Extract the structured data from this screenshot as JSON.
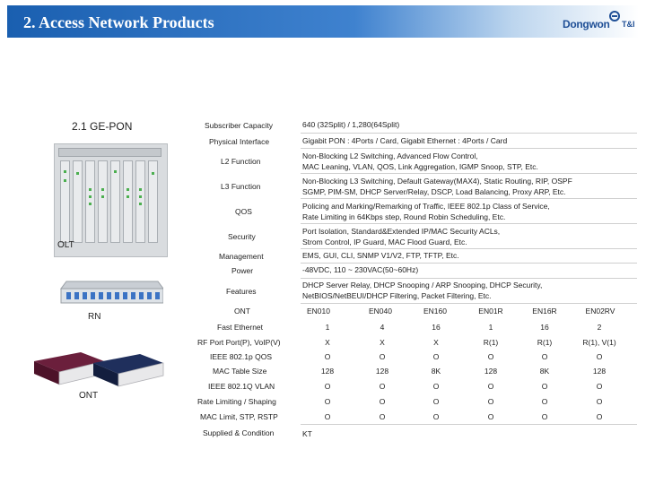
{
  "header": {
    "title": "2. Access Network Products",
    "logo_text": "Dongwon",
    "logo_suffix": "T&I"
  },
  "section_label": "2.1 GE-PON",
  "images": {
    "olt_label": "OLT",
    "rn_label": "RN",
    "ont_label": "ONT"
  },
  "specs": [
    {
      "label": "Subscriber Capacity",
      "value": [
        "640 (32Split) / 1,280(64Split)"
      ]
    },
    {
      "label": "Physical Interface",
      "value": [
        "Gigabit PON : 4Ports / Card, Gigabit Ethernet : 4Ports / Card"
      ]
    },
    {
      "label": "L2 Function",
      "value": [
        "Non-Blocking L2 Switching, Advanced Flow Control,",
        "MAC Leaning, VLAN, QOS, Link Aggregation, IGMP Snoop, STP, Etc."
      ]
    },
    {
      "label": "L3 Function",
      "value": [
        "Non-Blocking L3 Switching, Default Gateway(MAX4), Static Routing, RIP, OSPF",
        "SGMP, PIM-SM, DHCP Server/Relay, DSCP, Load Balancing, Proxy ARP, Etc."
      ]
    },
    {
      "label": "QOS",
      "value": [
        "Policing and Marking/Remarking of Traffic, IEEE 802.1p Class of Service,",
        "Rate Limiting in 64Kbps step, Round Robin Scheduling, Etc."
      ]
    },
    {
      "label": "Security",
      "value": [
        "Port Isolation, Standard&Extended IP/MAC Security ACLs,",
        "Strom Control, IP Guard, MAC Flood Guard, Etc."
      ]
    },
    {
      "label": "Management",
      "value": [
        "EMS, GUI, CLI, SNMP V1/V2, FTP, TFTP, Etc."
      ]
    },
    {
      "label": "Power",
      "value": [
        "-48VDC, 110 ~ 230VAC(50~60Hz)"
      ]
    },
    {
      "label": "Features",
      "value": [
        "DHCP Server Relay, DHCP Snooping / ARP Snooping, DHCP Security,",
        "NetBIOS/NetBEUI/DHCP Filtering, Packet Filtering, Etc."
      ]
    }
  ],
  "ont_table": {
    "header_label": "ONT",
    "columns": [
      "EN010",
      "EN040",
      "EN160",
      "EN01R",
      "EN16R",
      "EN02RV"
    ],
    "rows": [
      {
        "label": "Fast Ethernet",
        "cells": [
          "1",
          "4",
          "16",
          "1",
          "16",
          "2"
        ]
      },
      {
        "label": "RF Port Port(P), VoIP(V)",
        "cells": [
          "X",
          "X",
          "X",
          "R(1)",
          "R(1)",
          "R(1), V(1)"
        ]
      },
      {
        "label": "IEEE 802.1p QOS",
        "cells": [
          "O",
          "O",
          "O",
          "O",
          "O",
          "O"
        ]
      },
      {
        "label": "MAC Table Size",
        "cells": [
          "128",
          "128",
          "8K",
          "128",
          "8K",
          "128"
        ]
      },
      {
        "label": "IEEE 802.1Q VLAN",
        "cells": [
          "O",
          "O",
          "O",
          "O",
          "O",
          "O"
        ]
      },
      {
        "label": "Rate Limiting / Shaping",
        "cells": [
          "O",
          "O",
          "O",
          "O",
          "O",
          "O"
        ]
      },
      {
        "label": "MAC Limit, STP, RSTP",
        "cells": [
          "O",
          "O",
          "O",
          "O",
          "O",
          "O"
        ]
      }
    ],
    "supplied_label": "Supplied & Condition",
    "supplied_value": "KT"
  },
  "colors": {
    "header_blue": "#1a5fb0",
    "logo_blue": "#1f4f96"
  }
}
